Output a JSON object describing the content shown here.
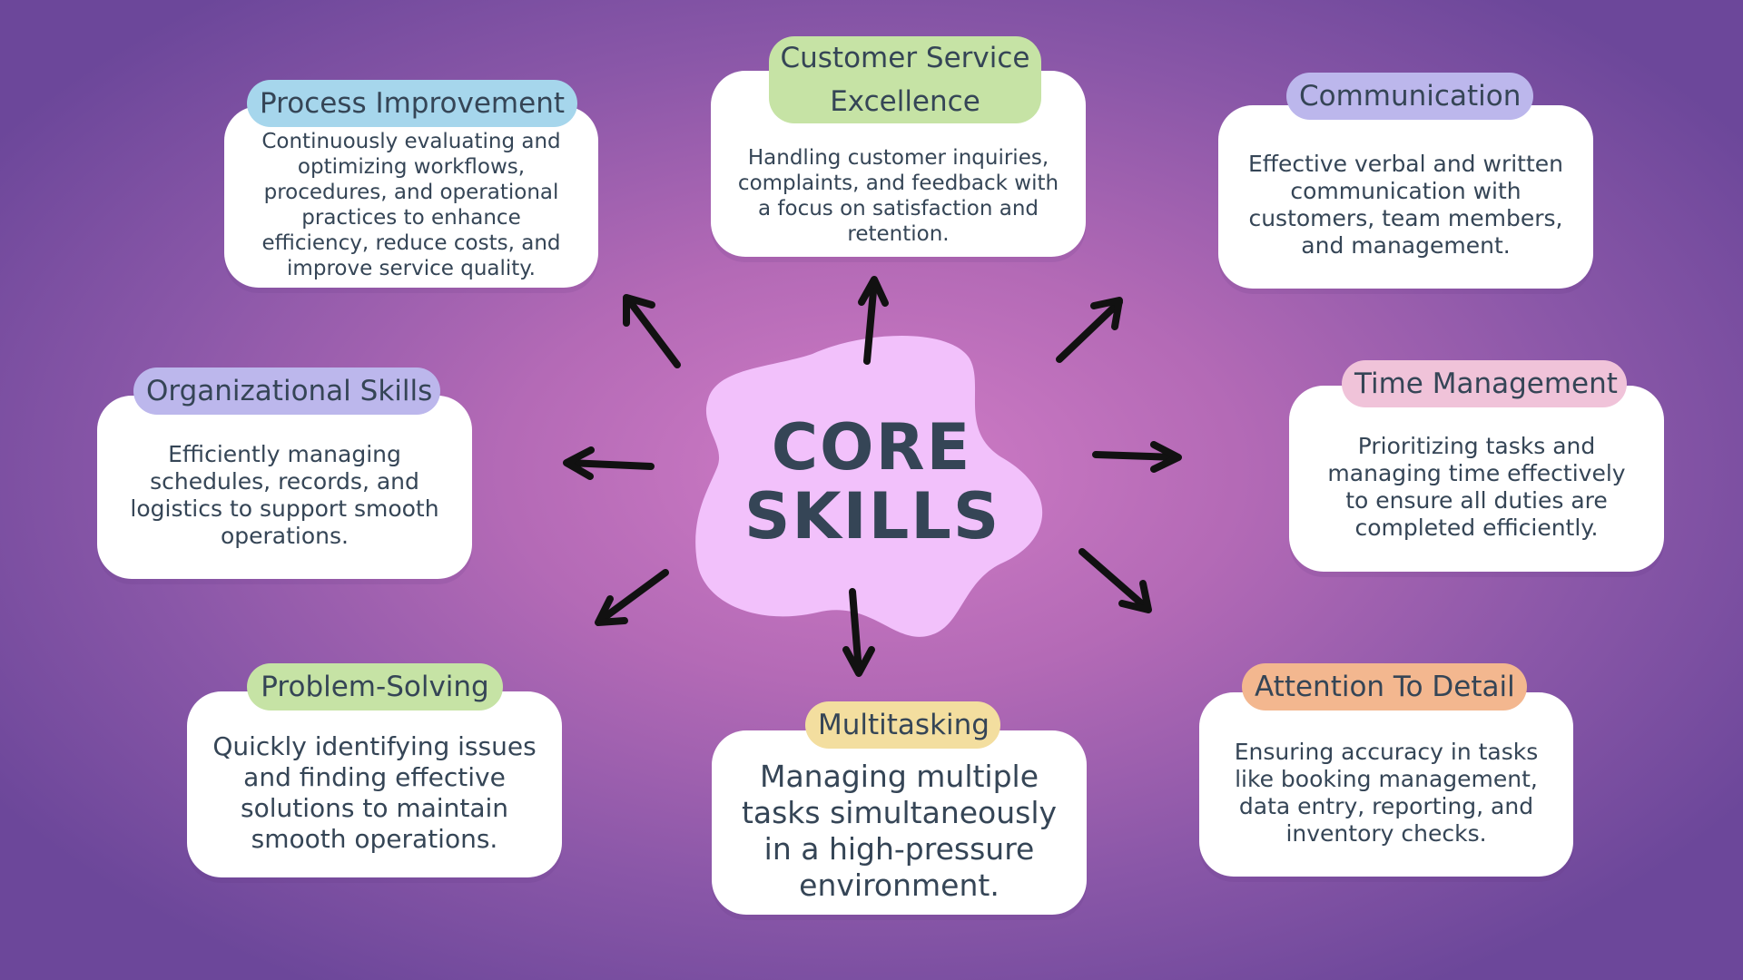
{
  "center": {
    "label_line1": "CORE",
    "label_line2": "SKILLS",
    "color": "#f2c1fb"
  },
  "skills": {
    "process_improvement": {
      "title": "Process Improvement",
      "color": "#a6d6ec",
      "description": "Continuously evaluating and optimizing workflows, procedures, and operational practices to enhance efficiency, reduce costs, and improve service quality."
    },
    "customer_service": {
      "title_line1": "Customer Service",
      "title_line2": "Excellence",
      "color": "#c6e3a5",
      "description": "Handling customer inquiries, complaints, and feedback with a focus on satisfaction and retention."
    },
    "communication": {
      "title": "Communication",
      "color": "#bcb7ec",
      "description": "Effective verbal and written communication with customers, team members, and management."
    },
    "organizational": {
      "title": "Organizational Skills",
      "color": "#bcb7ec",
      "description": "Efficiently managing schedules, records, and logistics to support smooth operations."
    },
    "time_management": {
      "title": "Time Management",
      "color": "#f0c3d9",
      "description": "Prioritizing tasks and managing time effectively to ensure all duties are completed efficiently."
    },
    "problem_solving": {
      "title": "Problem-Solving",
      "color": "#c6e3a5",
      "description": "Quickly identifying issues and finding effective solutions to maintain smooth operations."
    },
    "multitasking": {
      "title": "Multitasking",
      "color": "#f3de9f",
      "description": "Managing multiple tasks simultaneously in a high-pressure environment."
    },
    "attention_to_detail": {
      "title": "Attention To Detail",
      "color": "#f3b78f",
      "description": "Ensuring accuracy in tasks like booking management, data entry, reporting, and inventory checks."
    }
  },
  "arrow_color": "#111111"
}
